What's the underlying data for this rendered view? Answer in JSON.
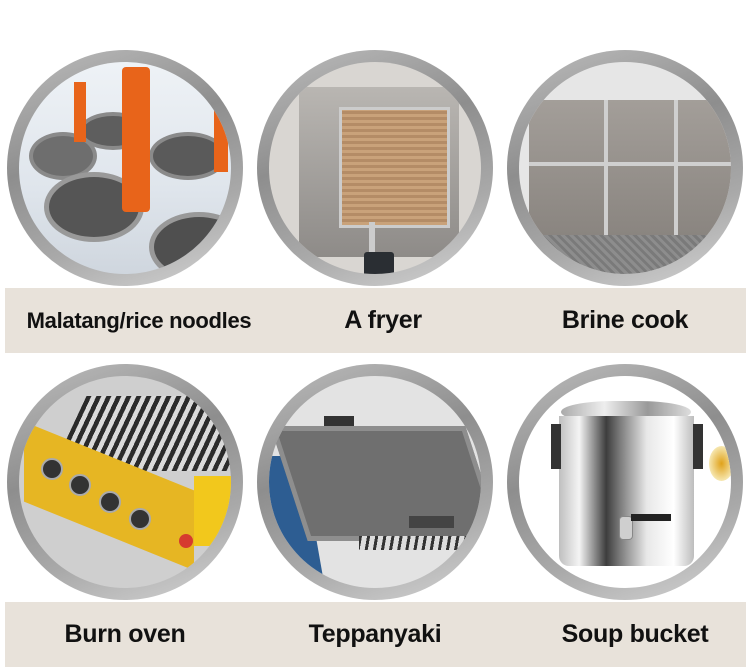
{
  "rows": [
    {
      "items": [
        {
          "label": "Malatang/rice noodles",
          "icon": "noodle-cooker-baskets"
        },
        {
          "label": "A fryer",
          "icon": "deep-fryer-basket"
        },
        {
          "label": "Brine cook",
          "icon": "brine-cooker-compartments"
        }
      ]
    },
    {
      "items": [
        {
          "label": "Burn oven",
          "icon": "grill-burner"
        },
        {
          "label": "Teppanyaki",
          "icon": "griddle-plate"
        },
        {
          "label": "Soup bucket",
          "icon": "soup-bucket"
        }
      ]
    }
  ],
  "colors": {
    "label_bar": "#e8e2da",
    "ring": "#a0a0a0",
    "text": "#111111"
  }
}
